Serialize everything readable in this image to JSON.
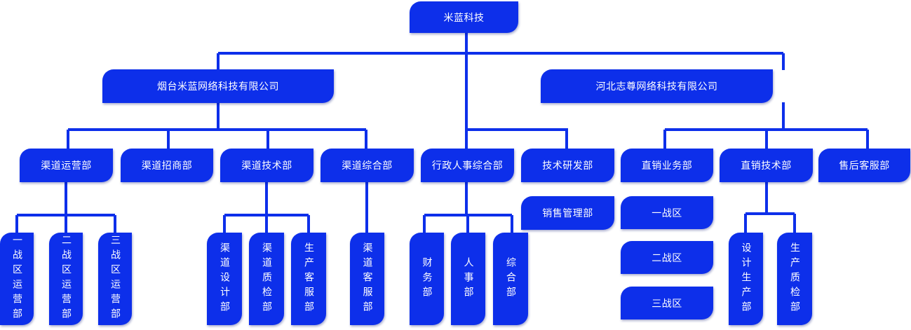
{
  "root": "米蓝科技",
  "company_left": "烟台米蓝网络科技有限公司",
  "company_right": "河北志尊网络科技有限公司",
  "depts": {
    "qudao_yunying": "渠道运营部",
    "qudao_zhaoshang": "渠道招商部",
    "qudao_jishu": "渠道技术部",
    "qudao_zonghe": "渠道综合部",
    "xingzheng": "行政人事综合部",
    "jishu_yanfa": "技术研发部",
    "xiaoshou_guanli": "销售管理部",
    "zhixiao_yewu": "直销业务部",
    "zhixiao_jishu": "直销技术部",
    "shouhou": "售后客服部"
  },
  "subs": {
    "yizhanqu_yunying": "一战区运营部",
    "erzhanqu_yunying": "二战区运营部",
    "sanzhanqu_yunying": "三战区运营部",
    "qudao_sheji": "渠道设计部",
    "qudao_zhijian": "渠道质检部",
    "shengchan_kefu": "生产客服部",
    "qudao_kefu": "渠道客服部",
    "caiwu": "财务部",
    "renshi": "人事部",
    "zonghe": "综合部",
    "yizhanqu": "一战区",
    "erzhanqu": "二战区",
    "sanzhanqu": "三战区",
    "sheji_shengchan": "设计生产部",
    "shengchan_zhijian": "生产质检部"
  },
  "colors": {
    "node": "#0d2fea",
    "line": "#0d2fea"
  }
}
